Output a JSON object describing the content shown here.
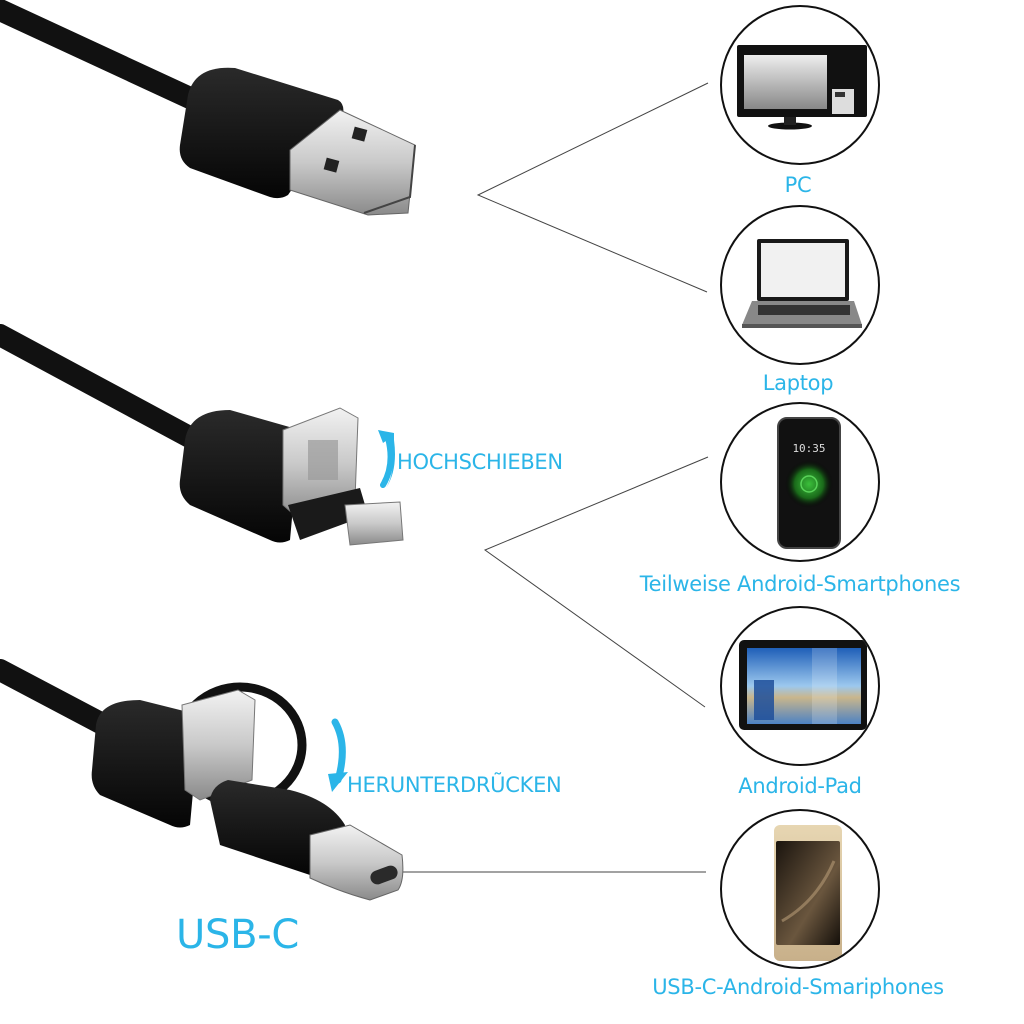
{
  "diagram": {
    "accent_color": "#2bb5e8",
    "connectors": [
      {
        "id": "usb-a",
        "description": "USB-A plug"
      },
      {
        "id": "micro-usb",
        "description": "Micro-USB adapter flipped up",
        "action_label": "HOCHSCHIEBEN"
      },
      {
        "id": "usb-c",
        "description": "USB-C adapter pressed down",
        "action_label": "HERUNTERDRŨCKEN",
        "title": "USB-C"
      }
    ],
    "devices": [
      {
        "id": "pc",
        "label": "PC",
        "icon": "desktop-monitor-icon"
      },
      {
        "id": "laptop",
        "label": "Laptop",
        "icon": "laptop-icon"
      },
      {
        "id": "android-phone",
        "label": "Teilweise Android-Smartphones",
        "icon": "smartphone-icon",
        "screen_time": "10:35"
      },
      {
        "id": "android-pad",
        "label": "Android-Pad",
        "icon": "tablet-icon"
      },
      {
        "id": "usbc-phone",
        "label": "USB-C-Android-Smariphones",
        "icon": "usbc-smartphone-icon"
      }
    ]
  }
}
